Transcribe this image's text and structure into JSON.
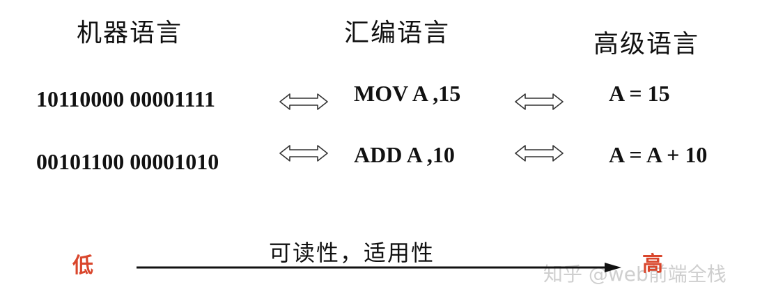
{
  "headers": {
    "machine": "机器语言",
    "assembly": "汇编语言",
    "high_level": "高级语言"
  },
  "rows": [
    {
      "machine": "10110000  00001111",
      "assembly": "MOV  A ,15",
      "high_level": "A = 15"
    },
    {
      "machine": "00101100  00001010",
      "assembly": "ADD  A ,10",
      "high_level": "A = A + 10"
    }
  ],
  "axis": {
    "low": "低",
    "high": "高",
    "label": "可读性，适用性"
  },
  "watermark": "知乎 @web前端全栈",
  "colors": {
    "accent": "#d9462c",
    "text": "#111111"
  },
  "icons": {
    "equivalence_arrow": "double-headed-arrow-icon",
    "direction_arrow": "arrow-right-icon"
  }
}
